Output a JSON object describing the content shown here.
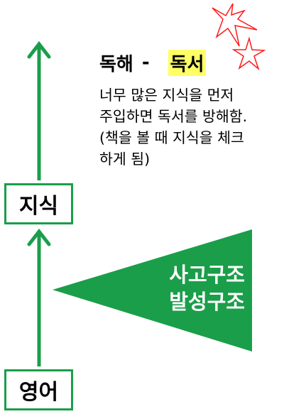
{
  "heading": {
    "left": "독해",
    "separator": "-",
    "right": "독서"
  },
  "description": {
    "lines": [
      "너무 많은 지식을 먼저",
      "주입하면 독서를 방해함.",
      "(책을 볼 때 지식을 체크",
      "하게 됨)"
    ]
  },
  "boxes": {
    "knowledge": "지식",
    "english": "영어"
  },
  "wedge": {
    "line1": "사고구조",
    "line2": "발성구조"
  },
  "colors": {
    "green": "#1a9e4a",
    "highlight": "#ffff66",
    "star": "#ff1a1a"
  },
  "icons": {
    "stars": "two-red-pentagram-stars",
    "arrows": "green-up-arrow"
  }
}
